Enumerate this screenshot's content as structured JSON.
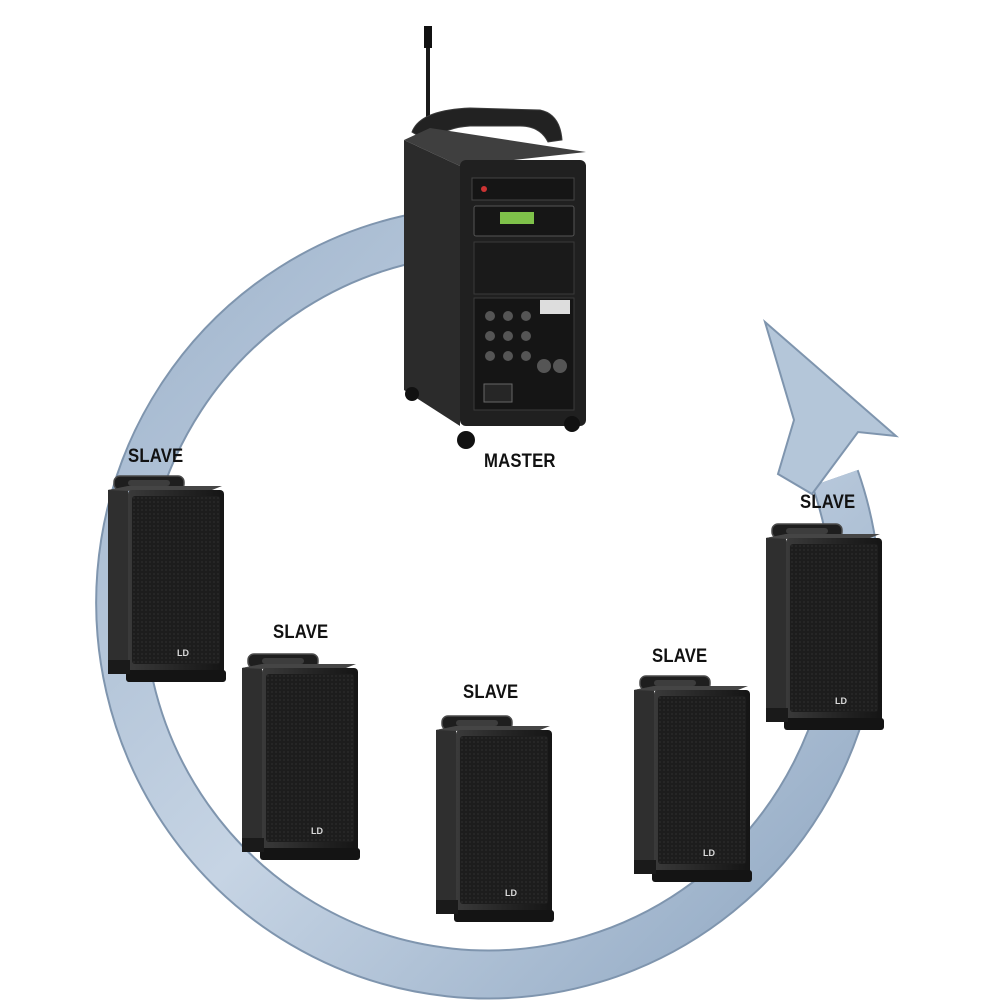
{
  "diagram": {
    "master_label": "MASTER",
    "slave_labels": [
      "SLAVE",
      "SLAVE",
      "SLAVE",
      "SLAVE",
      "SLAVE"
    ],
    "speaker_logo": "LD",
    "colors": {
      "arrow_fill": "#b9c9db",
      "arrow_edge": "#7f95ae",
      "speaker_body": "#2a2a2a",
      "speaker_front": "#1b1b1b",
      "label_text": "#111111"
    }
  }
}
